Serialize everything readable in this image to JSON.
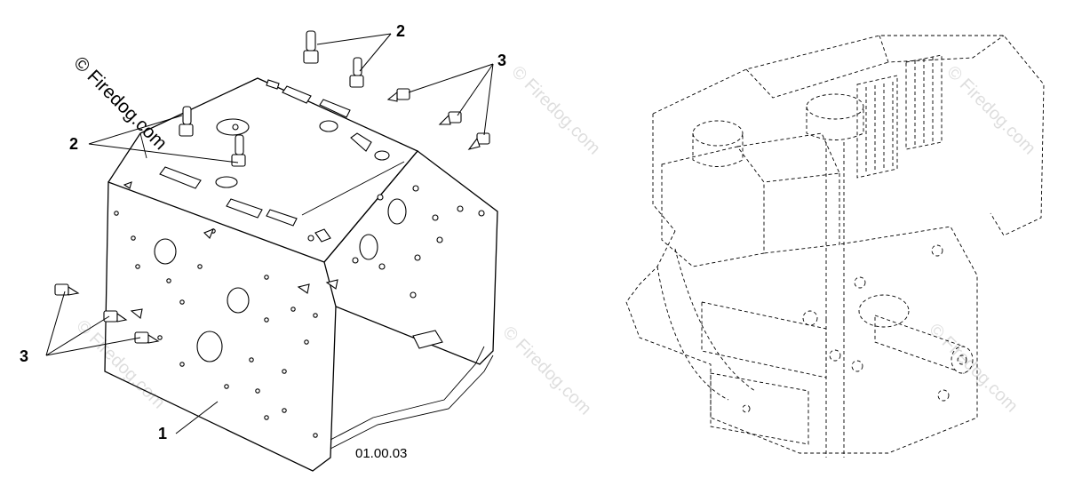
{
  "diagram": {
    "drawing_code": "01.00.03",
    "callouts": [
      {
        "id": "callout-2-top",
        "label": "2"
      },
      {
        "id": "callout-2-left",
        "label": "2"
      },
      {
        "id": "callout-3-top",
        "label": "3"
      },
      {
        "id": "callout-3-left",
        "label": "3"
      },
      {
        "id": "callout-1",
        "label": "1"
      }
    ],
    "watermark": {
      "text": "© Firedog.com",
      "repeat_text": "© Firedog.com"
    },
    "parts": [
      "frame-housing",
      "engine-assembly"
    ]
  }
}
